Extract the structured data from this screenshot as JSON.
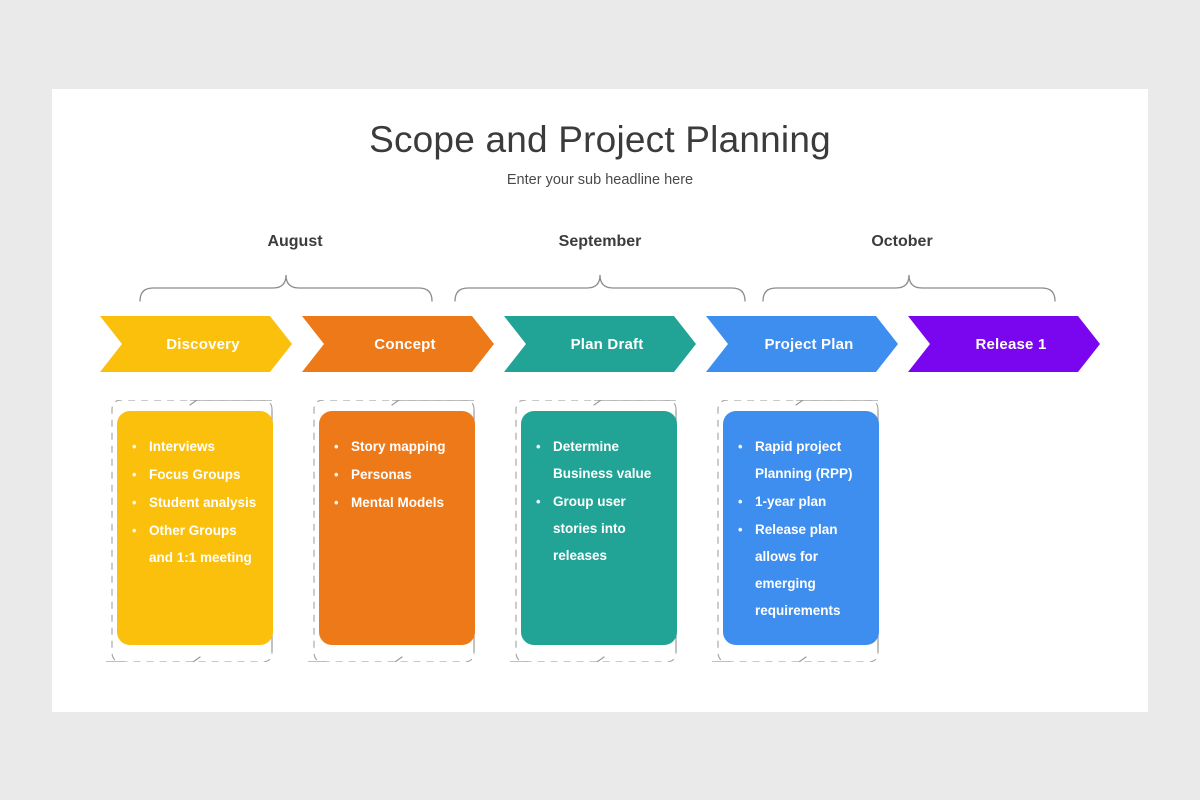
{
  "slide": {
    "title": "Scope and Project Planning",
    "subtitle": "Enter your sub headline here",
    "background_color": "#eaeaea",
    "surface_color": "#ffffff"
  },
  "month_groups": [
    {
      "label": "August",
      "name": "august"
    },
    {
      "label": "September",
      "name": "september"
    },
    {
      "label": "October",
      "name": "october"
    }
  ],
  "phases": [
    {
      "name": "discovery",
      "label": "Discovery",
      "color": "#fbc00c",
      "items": [
        [
          "Interviews"
        ],
        [
          "Focus Groups"
        ],
        [
          "Student analysis"
        ],
        [
          "Other Groups",
          "and 1:1 meeting"
        ]
      ]
    },
    {
      "name": "concept",
      "label": "Concept",
      "color": "#ee7918",
      "items": [
        [
          "Story mapping"
        ],
        [
          "Personas"
        ],
        [
          "Mental Models"
        ]
      ]
    },
    {
      "name": "plan-draft",
      "label": "Plan Draft",
      "color": "#21a496",
      "items": [
        [
          "Determine",
          "Business value"
        ],
        [
          "Group user",
          "stories into",
          "releases"
        ]
      ]
    },
    {
      "name": "project-plan",
      "label": "Project Plan",
      "color": "#3e8ef0",
      "items": [
        [
          "Rapid project",
          "Planning (RPP)"
        ],
        [
          "1-year plan"
        ],
        [
          "Release plan",
          "allows for",
          "emerging",
          "requirements"
        ]
      ]
    },
    {
      "name": "release-1",
      "label": "Release 1",
      "color": "#7a06f0",
      "items": []
    }
  ],
  "decor": {
    "brace_color": "#8c8c8c",
    "dashed_border_color": "#a9a9a9",
    "solid_border_color": "#9a9a9a"
  }
}
